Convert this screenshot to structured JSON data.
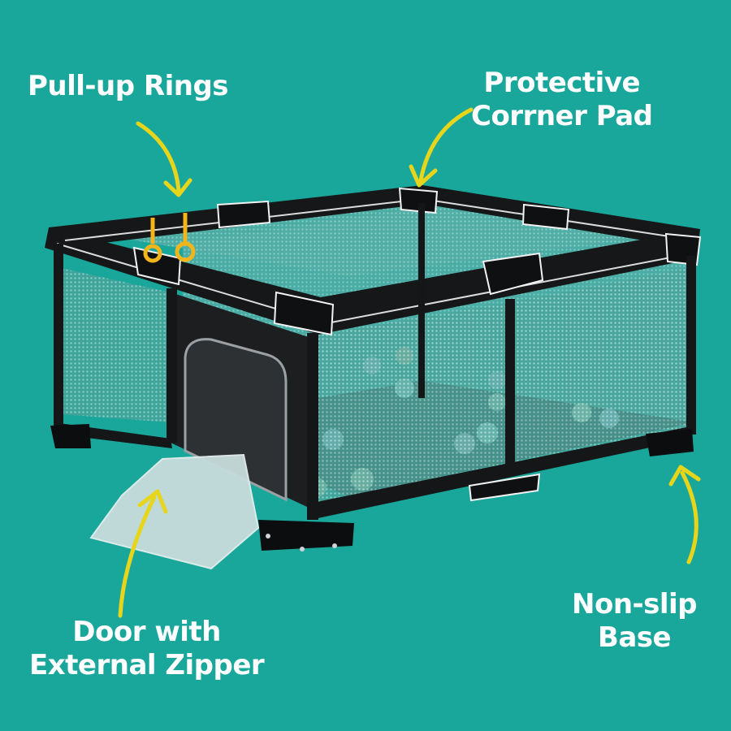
{
  "callouts": {
    "pull_up_rings": {
      "lines": [
        "Pull-up Rings"
      ]
    },
    "corner_pad": {
      "lines": [
        "Protective",
        "Corrner Pad"
      ]
    },
    "non_slip_base": {
      "lines": [
        "Non-slip",
        "Base"
      ]
    },
    "door": {
      "lines": [
        "Door with",
        "External Zipper"
      ]
    }
  },
  "colors": {
    "background": "#1aa79b",
    "frame": "#141617",
    "mesh": "#5fb9b0",
    "arrow": "#e7d51c",
    "ring": "#f2b51b"
  }
}
